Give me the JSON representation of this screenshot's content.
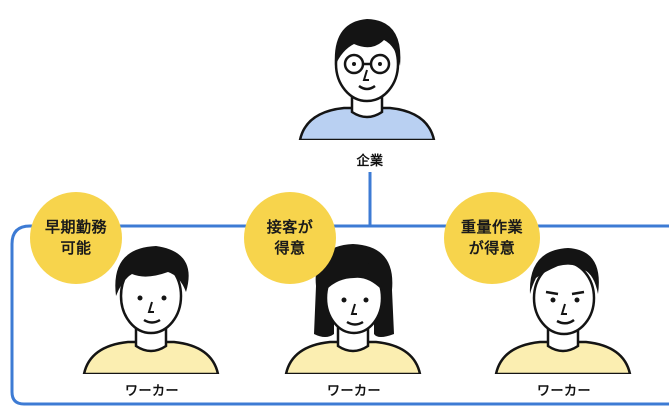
{
  "colors": {
    "line": "#3d7bd4",
    "bubble": "#f7d44c",
    "company_shirt": "#b9d0f2",
    "worker_shirt": "#fbeeb1",
    "hair": "#141414"
  },
  "company": {
    "label": "企業",
    "icon": "company-person-with-glasses"
  },
  "workers": [
    {
      "label": "ワーカー",
      "trait_line1": "早期勤務",
      "trait_line2": "可能"
    },
    {
      "label": "ワーカー",
      "trait_line1": "接客が",
      "trait_line2": "得意"
    },
    {
      "label": "ワーカー",
      "trait_line1": "重量作業",
      "trait_line2": "が得意"
    }
  ]
}
